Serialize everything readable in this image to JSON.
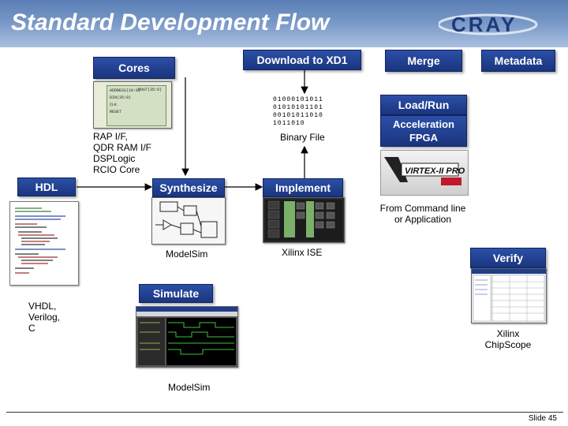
{
  "header": {
    "title": "Standard Development Flow",
    "logo_text": "CRAY"
  },
  "boxes": {
    "cores": "Cores",
    "download": "Download to XD1",
    "merge": "Merge",
    "metadata": "Metadata",
    "load_run": "Load/Run",
    "acceleration": "Acceleration FPGA",
    "hdl": "HDL",
    "synthesize": "Synthesize",
    "implement": "Implement",
    "simulate": "Simulate",
    "verify": "Verify"
  },
  "labels": {
    "binary_digits": [
      "01000101011",
      "01010101101",
      "00101011010",
      "1011010"
    ],
    "binary_file": "Binary File",
    "cores_list": [
      "RAP I/F,",
      "QDR RAM I/F",
      "DSPLogic",
      "RCIO Core"
    ],
    "hdl_langs": [
      "VHDL,",
      "Verilog,",
      "C"
    ],
    "modelsim_1": "ModelSim",
    "xilinx_ise": "Xilinx ISE",
    "from_command": [
      "From Command line",
      "or Application"
    ],
    "chipscope": [
      "Xilinx",
      "ChipScope"
    ],
    "modelsim_2": "ModelSim",
    "virtex_logo": "VIRTEX-II PRO",
    "core_pins_left": [
      "ADDRESS(10:0)",
      "DIN(35:0)",
      "CLK",
      "RESET"
    ],
    "core_pins_right": [
      "DOUT(35:0)"
    ]
  },
  "footer": {
    "slide": "Slide 45"
  },
  "colors": {
    "box_blue": "#1d3c8f",
    "header_blue": "#5a7fb6"
  }
}
